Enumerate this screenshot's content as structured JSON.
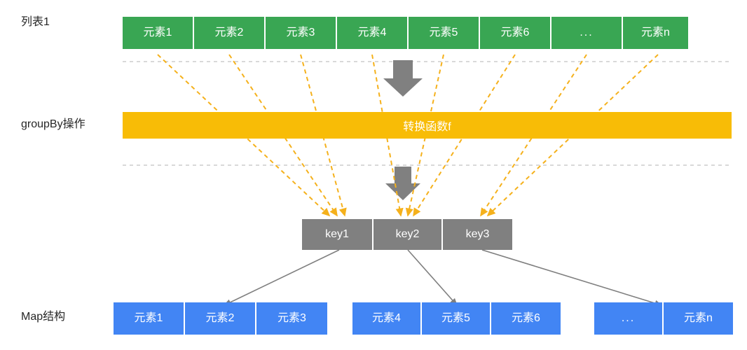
{
  "diagram": {
    "title": "groupBy operation list to map grouping diagram",
    "colors": {
      "list_green": "#39A653",
      "transform_orange": "#F8BC06",
      "key_gray": "#808080",
      "map_blue": "#4285F4",
      "dashed_guide": "#D9D9D9",
      "orange_connector": "#F5B11C",
      "gray_connector": "#7F7F7F",
      "label_text": "#262626"
    },
    "rows": [
      {
        "label": "列表1",
        "label_name": "row-label-list1",
        "kind": "list",
        "cells": [
          "元素1",
          "元素2",
          "元素3",
          "元素4",
          "元素5",
          "元素6",
          "...",
          "元素n"
        ]
      },
      {
        "label": "groupBy操作",
        "label_name": "row-label-groupby",
        "kind": "transform",
        "bar_text": "转换函数f"
      },
      {
        "label": "",
        "label_name": "row-label-keys",
        "kind": "keys",
        "cells": [
          "key1",
          "key2",
          "key3"
        ]
      },
      {
        "label": "Map结构",
        "label_name": "row-label-map",
        "kind": "map",
        "groups": [
          {
            "cells": [
              "元素1",
              "元素2",
              "元素3"
            ]
          },
          {
            "cells": [
              "元素4",
              "元素5",
              "元素6"
            ]
          },
          {
            "cells": [
              "...",
              "元素n"
            ]
          }
        ]
      }
    ]
  }
}
